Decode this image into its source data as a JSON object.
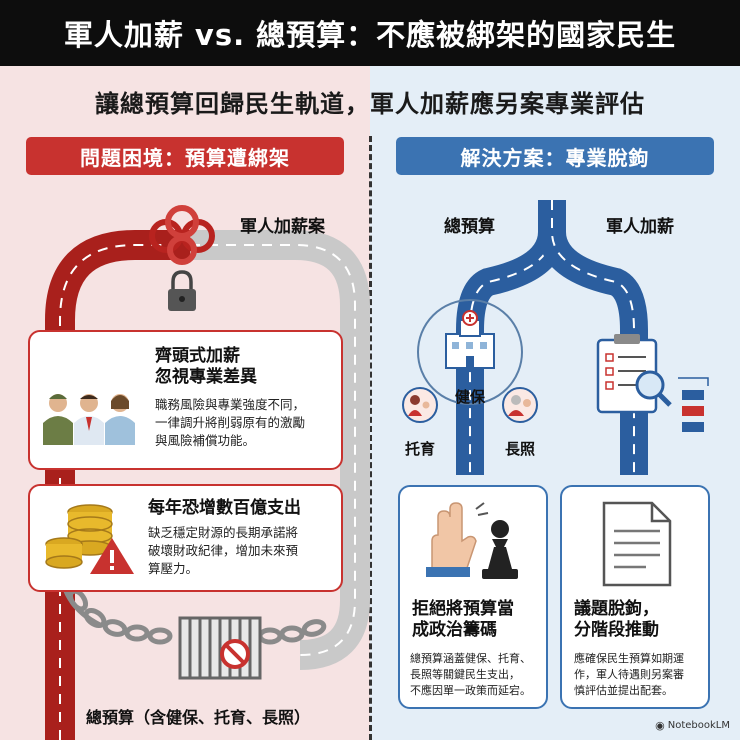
{
  "title": "軍人加薪 vs. 總預算：不應被綁架的國家民生",
  "subtitle": "讓總預算回歸民生軌道，軍人加薪應另案專業評估",
  "left": {
    "header": "問題困境：預算遭綁架",
    "road_label": "軍人加薪案",
    "bottom_label": "總預算（含健保、托育、長照）",
    "cards": [
      {
        "title_line1": "齊頭式加薪",
        "title_line2": "忽視專業差異",
        "desc_line1": "職務風險與專業強度不同，",
        "desc_line2": "一律調升將削弱原有的激勵",
        "desc_line3": "與風險補償功能。"
      },
      {
        "title_line1": "每年恐增數百億支出",
        "desc_line1": "缺乏穩定財源的長期承諾將",
        "desc_line2": "破壞財政紀律，增加未來預",
        "desc_line3": "算壓力。"
      }
    ]
  },
  "right": {
    "header": "解決方案：專業脫鉤",
    "road_label_left": "總預算",
    "road_label_right": "軍人加薪",
    "icon_labels": {
      "health": "健保",
      "childcare": "托育",
      "longterm": "長照"
    },
    "cards": [
      {
        "title_line1": "拒絕將預算當",
        "title_line2": "成政治籌碼",
        "desc_line1": "總預算涵蓋健保、托育、",
        "desc_line2": "長照等關鍵民生支出，",
        "desc_line3": "不應因單一政策而延宕。"
      },
      {
        "title_line1": "議題脫鉤，",
        "title_line2": "分階段推動",
        "desc_line1": "應確保民生預算如期運",
        "desc_line2": "作，軍人待遇則另案審",
        "desc_line3": "慎評估並提出配套。"
      }
    ]
  },
  "watermark": "NotebookLM",
  "colors": {
    "red": "#c8322f",
    "blue": "#3b73b2",
    "dark": "#0d0d0d",
    "road_gray": "#c9c9c9"
  },
  "icons": [
    "knot-icon",
    "padlock-icon",
    "soldiers-icon",
    "coins-warning-icon",
    "chain-icon",
    "cage-icon",
    "no-entry-icon",
    "hospital-icon",
    "family-icon",
    "elderly-icon",
    "clipboard-checklist-icon",
    "magnifier-icon",
    "flowchart-icon",
    "stop-hand-icon",
    "chess-pawn-icon",
    "document-icon"
  ]
}
